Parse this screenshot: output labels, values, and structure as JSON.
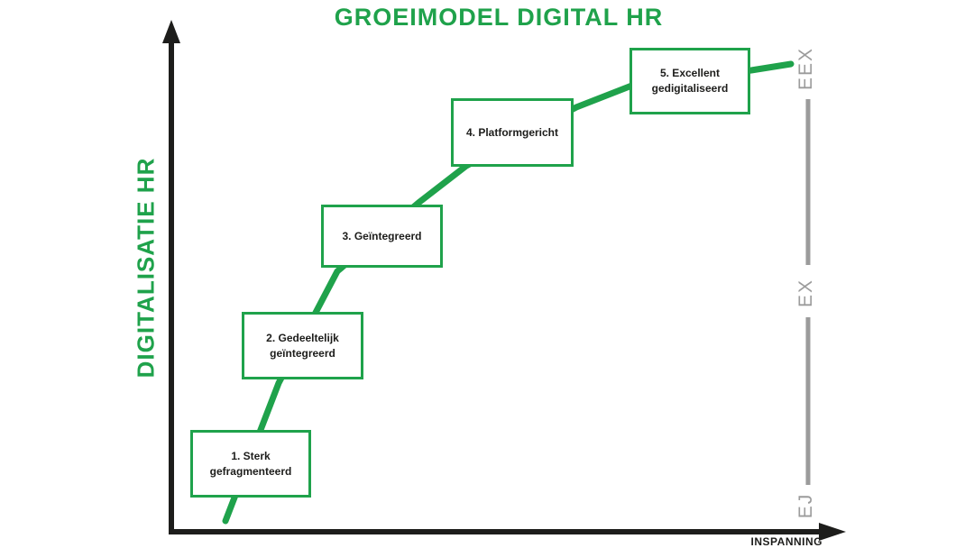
{
  "title": "GROEIMODEL DIGITAL HR",
  "axes": {
    "y_label": "DIGITALISATIE HR",
    "x_label": "INSPANNING"
  },
  "stages": [
    {
      "label": "1. Sterk gefragmenteerd"
    },
    {
      "label": "2. Gedeeltelijk geïntegreerd"
    },
    {
      "label": "3. Geïntegreerd"
    },
    {
      "label": "4. Platformgericht"
    },
    {
      "label": "5. Excellent gedigitaliseerd"
    }
  ],
  "right_scale": {
    "top": "EEX",
    "middle": "EX",
    "bottom": "EJ"
  },
  "colors": {
    "green": "#1fa24b",
    "gray": "#9b9b9b",
    "ink": "#1d1d1b",
    "background": "#ffffff"
  }
}
